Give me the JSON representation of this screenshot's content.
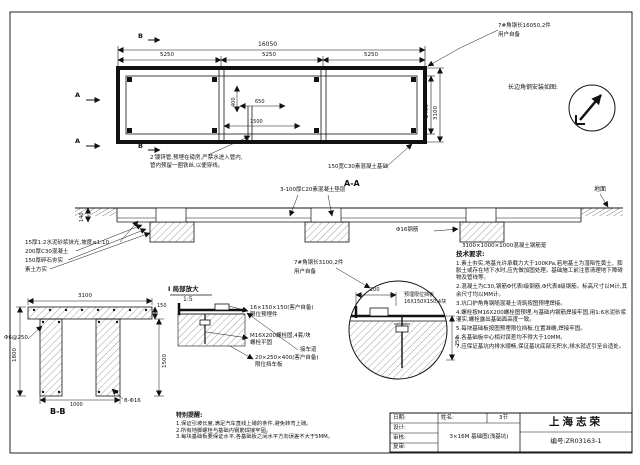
{
  "plan": {
    "dim_total": "16050",
    "dim_seg1": "5250",
    "dim_seg2": "5250",
    "dim_seg3": "5250",
    "dim_width": "3100",
    "dim_inner_width": "2400",
    "dim_400": "400",
    "dim_650": "650",
    "dim_1500": "1500",
    "mark_a": "A",
    "mark_b": "B",
    "note_angle_steel_line1": "7#角钢长16050,2件",
    "note_angle_steel_line2": "用户自备",
    "note_install": "长边角钢安装如图:",
    "note_conduit_line1": "2′镀锌管,预埋在磅房,严禁水进入管内,",
    "note_conduit_line2": "管内预留一圈铁丝,以便穿线。",
    "note_edge": "150宽C30素混凝土基础"
  },
  "section_aa": {
    "title": "A-A",
    "note_cushion": "3-100厚C20素混凝土垫层",
    "note_ground": "地面",
    "dim_depth": "140",
    "note_rebar": "Φ16钢筋",
    "note_cage": "3100×1000×1000混凝土钢筋笼",
    "left_notes": [
      "15厚1:2水泥砂浆抹光,坡度≤1:10",
      "200厚C30混凝土",
      "150厚碎石夯实",
      "素土方实"
    ],
    "note_angle_line1": "7#角钢长3100,2件",
    "note_angle_line2": "用户自备"
  },
  "detail_i": {
    "title": "I 局部放大",
    "scale": "1:5",
    "label_plate_line1": "16×150×150(客户自备)",
    "label_plate_line2": "限位预埋件",
    "label_bolt_line1": "M16X200螺栓固,4套/块",
    "label_bolt_line2": "螺栓平固",
    "label_lane": "接车道",
    "label_stop_line1": "20×250×400(客户自备)",
    "label_stop_line2": "限位挡车板",
    "dim_200": "200",
    "dim_250": "250",
    "label_embed_line1": "预埋限位挡板",
    "label_embed_line2": "16X150X150,4块"
  },
  "section_bb": {
    "title": "B-B",
    "dim_3100": "3100",
    "dim_1800": "1800",
    "dim_1500": "1500",
    "dim_1000": "1000",
    "dim_150": "150",
    "label_stirrup": "Φ6@250",
    "label_rebar": "8-Φ16"
  },
  "tech": {
    "title": "技术要求:",
    "items": [
      "1.素土夯实,地基允许承载力大于100KPa,若地基土为湿陷性黄土、膨胀土或存在地下水时,应先做加固处理。基础施工前注意清理地下障碍物及管线等。",
      "2.混凝土为C30,钢筋Φ代表Ⅰ级钢筋,Φ代表Ⅱ级钢筋。标高尺寸以M计,其余尺寸均以MM计。",
      "3.坑口护角角钢随混凝土浇筑按图预埋焊接。",
      "4.螺栓按M16X200螺栓图预埋,与基础内钢筋焊接牢固,用1:6水泥砂浆灌实,螺栓露出基础面高度一致。",
      "5.每块基础板按图预埋限位挡板,位置准确,焊接牢固。",
      "6.各基础板中心相对误差均不得大于10MM。",
      "7.应保证基坑内排水顺畅,保证基坑底部无积水,排水就近引至合适处。"
    ]
  },
  "special": {
    "title": "特别提醒:",
    "items": [
      "1.保证引坡长度,满足汽车直线上磅的条件,避免转弯上磅。",
      "2.所有地脚螺栓与基础内钢筋焊接牢固。",
      "3.每块基础板要保证水平,各基础板之间水平方向误差不大于5MM。"
    ]
  },
  "titleblock": {
    "company": "上海志荣",
    "number": "编号:ZR03163-1",
    "date": "日期:",
    "name": "姓名:",
    "design": "设计:",
    "check": "审核:",
    "recheck": "复审:",
    "sheet": "3节",
    "title": "3×16M 基础图(浅基坑)"
  }
}
